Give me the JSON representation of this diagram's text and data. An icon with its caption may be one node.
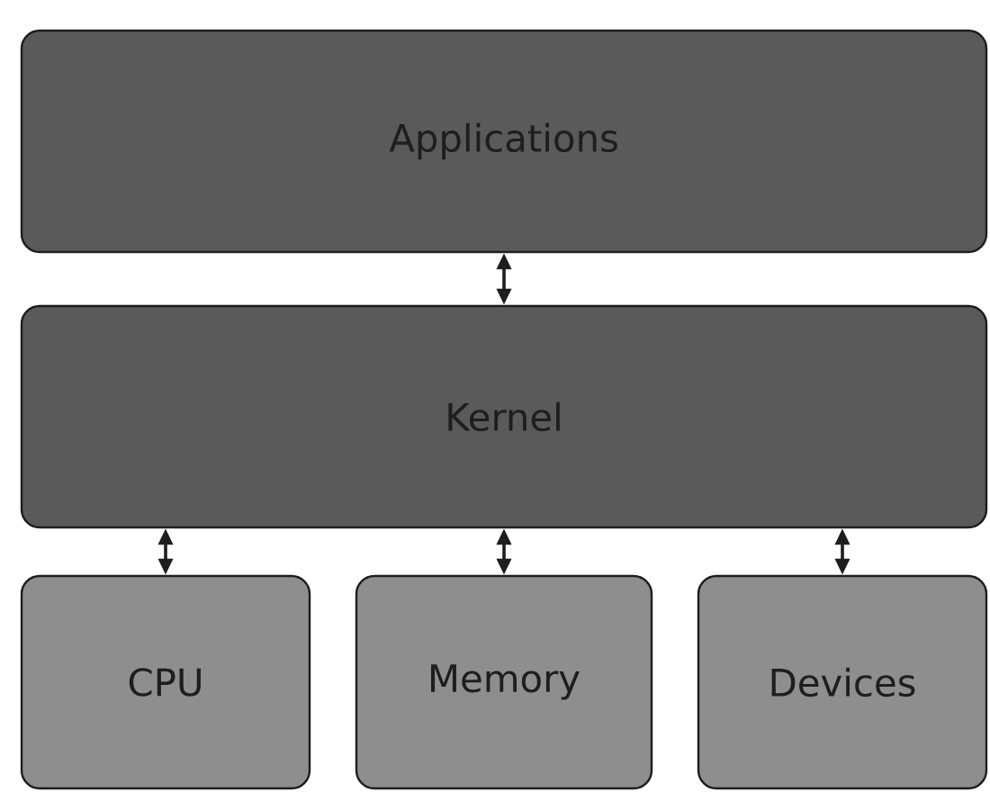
{
  "diagram": {
    "nodes": [
      {
        "text": [
          "Applications"
        ]
      },
      {
        "text": [
          "Kernel"
        ]
      },
      {
        "text": [
          "CPU"
        ]
      },
      {
        "text": [
          "Memory"
        ]
      },
      {
        "text": [
          "Devices"
        ]
      }
    ],
    "edges": [
      {
        "from": 0,
        "to": 1,
        "arrow": "both"
      },
      {
        "from": 1,
        "to": 2,
        "arrow": "both"
      },
      {
        "from": 1,
        "to": 3,
        "arrow": "both"
      },
      {
        "from": 1,
        "to": 4,
        "arrow": "both"
      }
    ]
  }
}
